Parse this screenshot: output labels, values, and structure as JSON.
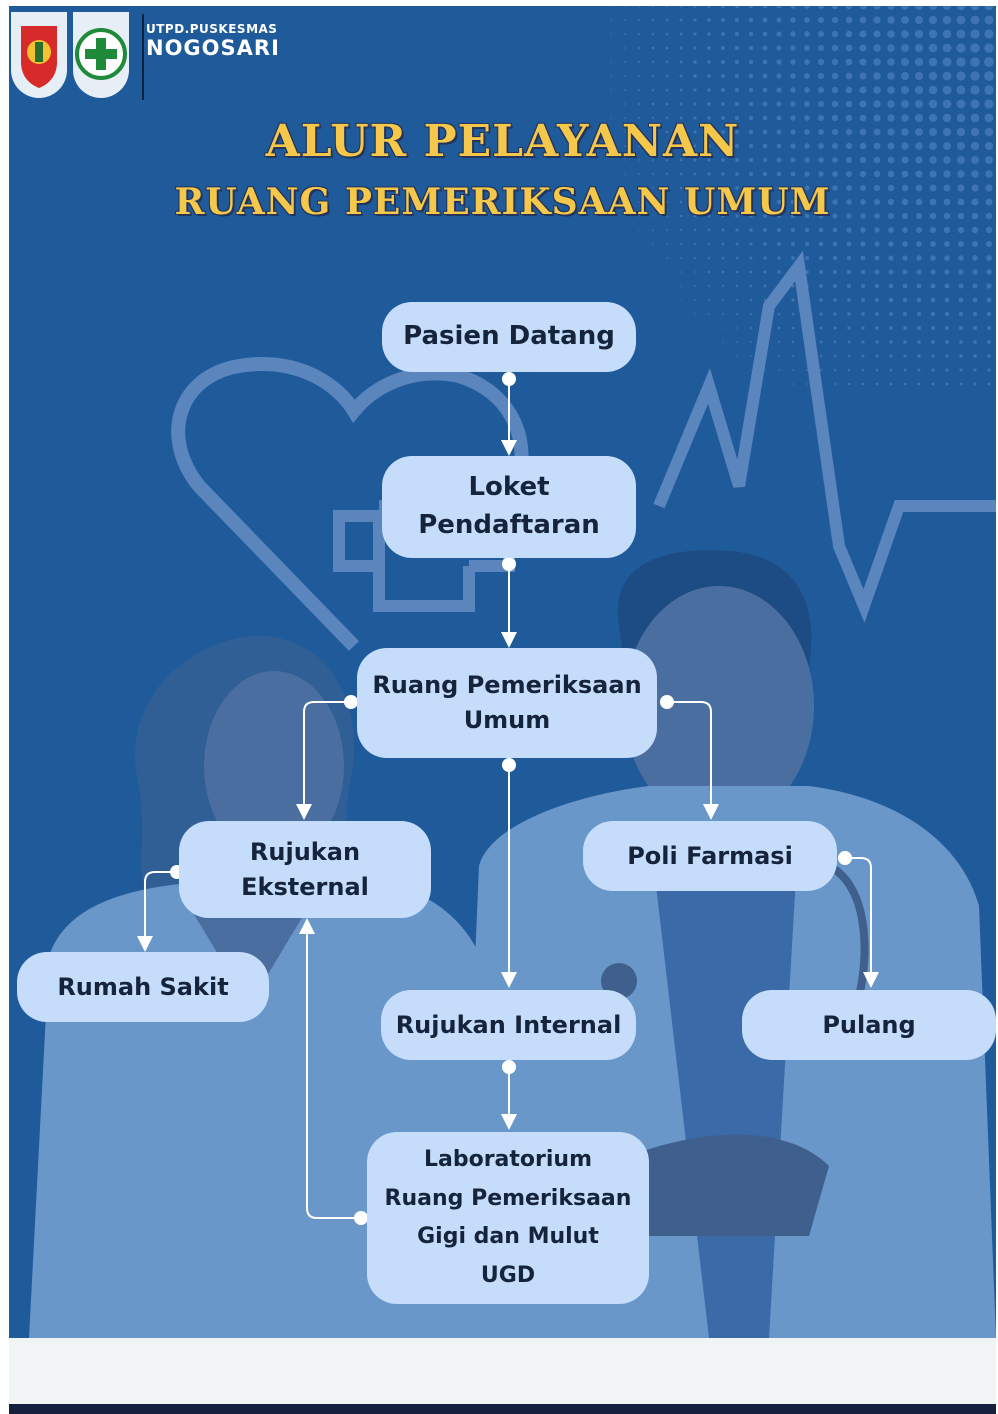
{
  "header": {
    "org_small": "UTPD.PUSKESMAS",
    "org_name": "NOGOSARI"
  },
  "title": {
    "line1": "ALUR PELAYANAN",
    "line2": "RUANG PEMERIKSAAN UMUM"
  },
  "flow": {
    "pasien_datang": "Pasien Datang",
    "loket": "Loket\nPendaftaran",
    "ruang_pemeriksaan": "Ruang Pemeriksaan\nUmum",
    "rujukan_eksternal": "Rujukan\nEksternal",
    "poli_farmasi": "Poli Farmasi",
    "rumah_sakit": "Rumah Sakit",
    "rujukan_internal": "Rujukan Internal",
    "pulang": "Pulang",
    "lab": "Laboratorium\nRuang Pemeriksaan\nGigi dan Mulut\nUGD"
  },
  "colors": {
    "background": "#1f5a9b",
    "node_fill": "#c6dcfb",
    "title": "#f5c84c",
    "connector": "#ffffff"
  }
}
